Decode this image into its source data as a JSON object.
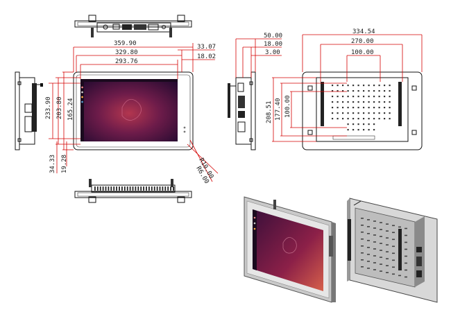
{
  "front_dims": {
    "w_outer": "359.90",
    "w_mid": "329.80",
    "w_inner": "293.76",
    "right_off_outer": "33.07",
    "right_off_inner": "18.02",
    "h_outer": "233.90",
    "h_mid": "203.80",
    "h_inner": "165.24",
    "bot_off_outer": "34.33",
    "bot_off_inner": "19.28",
    "radius_a": "R10.00",
    "radius_b": "R6.00"
  },
  "side_dims": {
    "depth_total": "50.00",
    "depth_mid": "18.00",
    "depth_front": "3.00"
  },
  "back_dims": {
    "w_outer": "334.54",
    "w_mid": "270.00",
    "w_inner": "100.00",
    "h_outer": "208.51",
    "h_mid": "177.40",
    "h_inner": "100.00"
  },
  "colors": {
    "dimension_line": "#d40000",
    "outline": "#111111",
    "screen_dark": "#2a0a2e",
    "screen_accent": "#8a1f4a"
  }
}
